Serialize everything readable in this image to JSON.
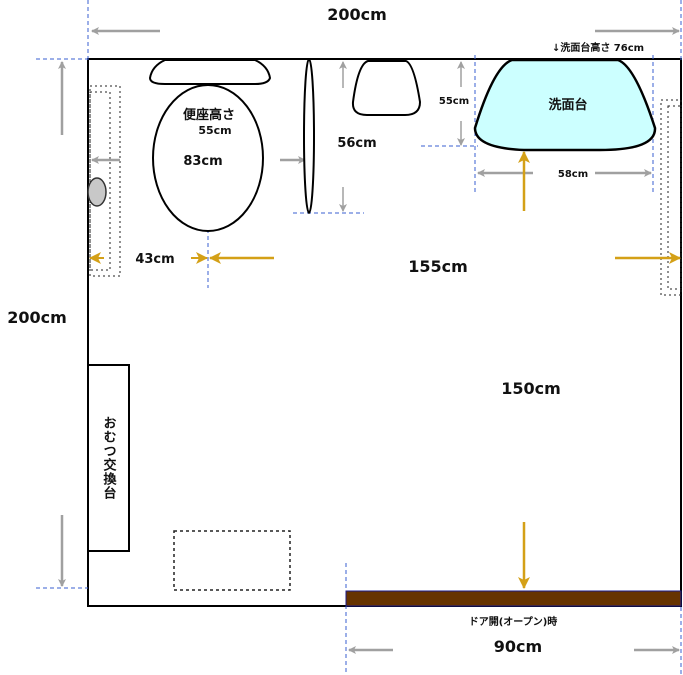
{
  "dimensions": {
    "room_width": "200cm",
    "room_depth": "200cm",
    "toilet_length": "83cm",
    "toilet_seat_height_label": "便座高さ",
    "toilet_seat_height": "55cm",
    "toilet_to_wall": "43cm",
    "grab_bar_clearance": "56cm",
    "small_sink_depth": "55cm",
    "washbasin_width": "58cm",
    "washbasin_height": "↓洗面台高さ 76cm",
    "clear_width": "155cm",
    "clear_depth": "150cm",
    "door_label": "ドア開(オープン)時",
    "door_width": "90cm"
  },
  "fixtures": {
    "washbasin": "洗面台",
    "changing_table": "おむつ交換台"
  },
  "colors": {
    "washbasin_fill": "#ccffff",
    "door_fill": "#663300",
    "accent_arrow": "#d4a017",
    "dim_arrow": "#a0a0a0",
    "guide_line": "#3a5fd0"
  }
}
